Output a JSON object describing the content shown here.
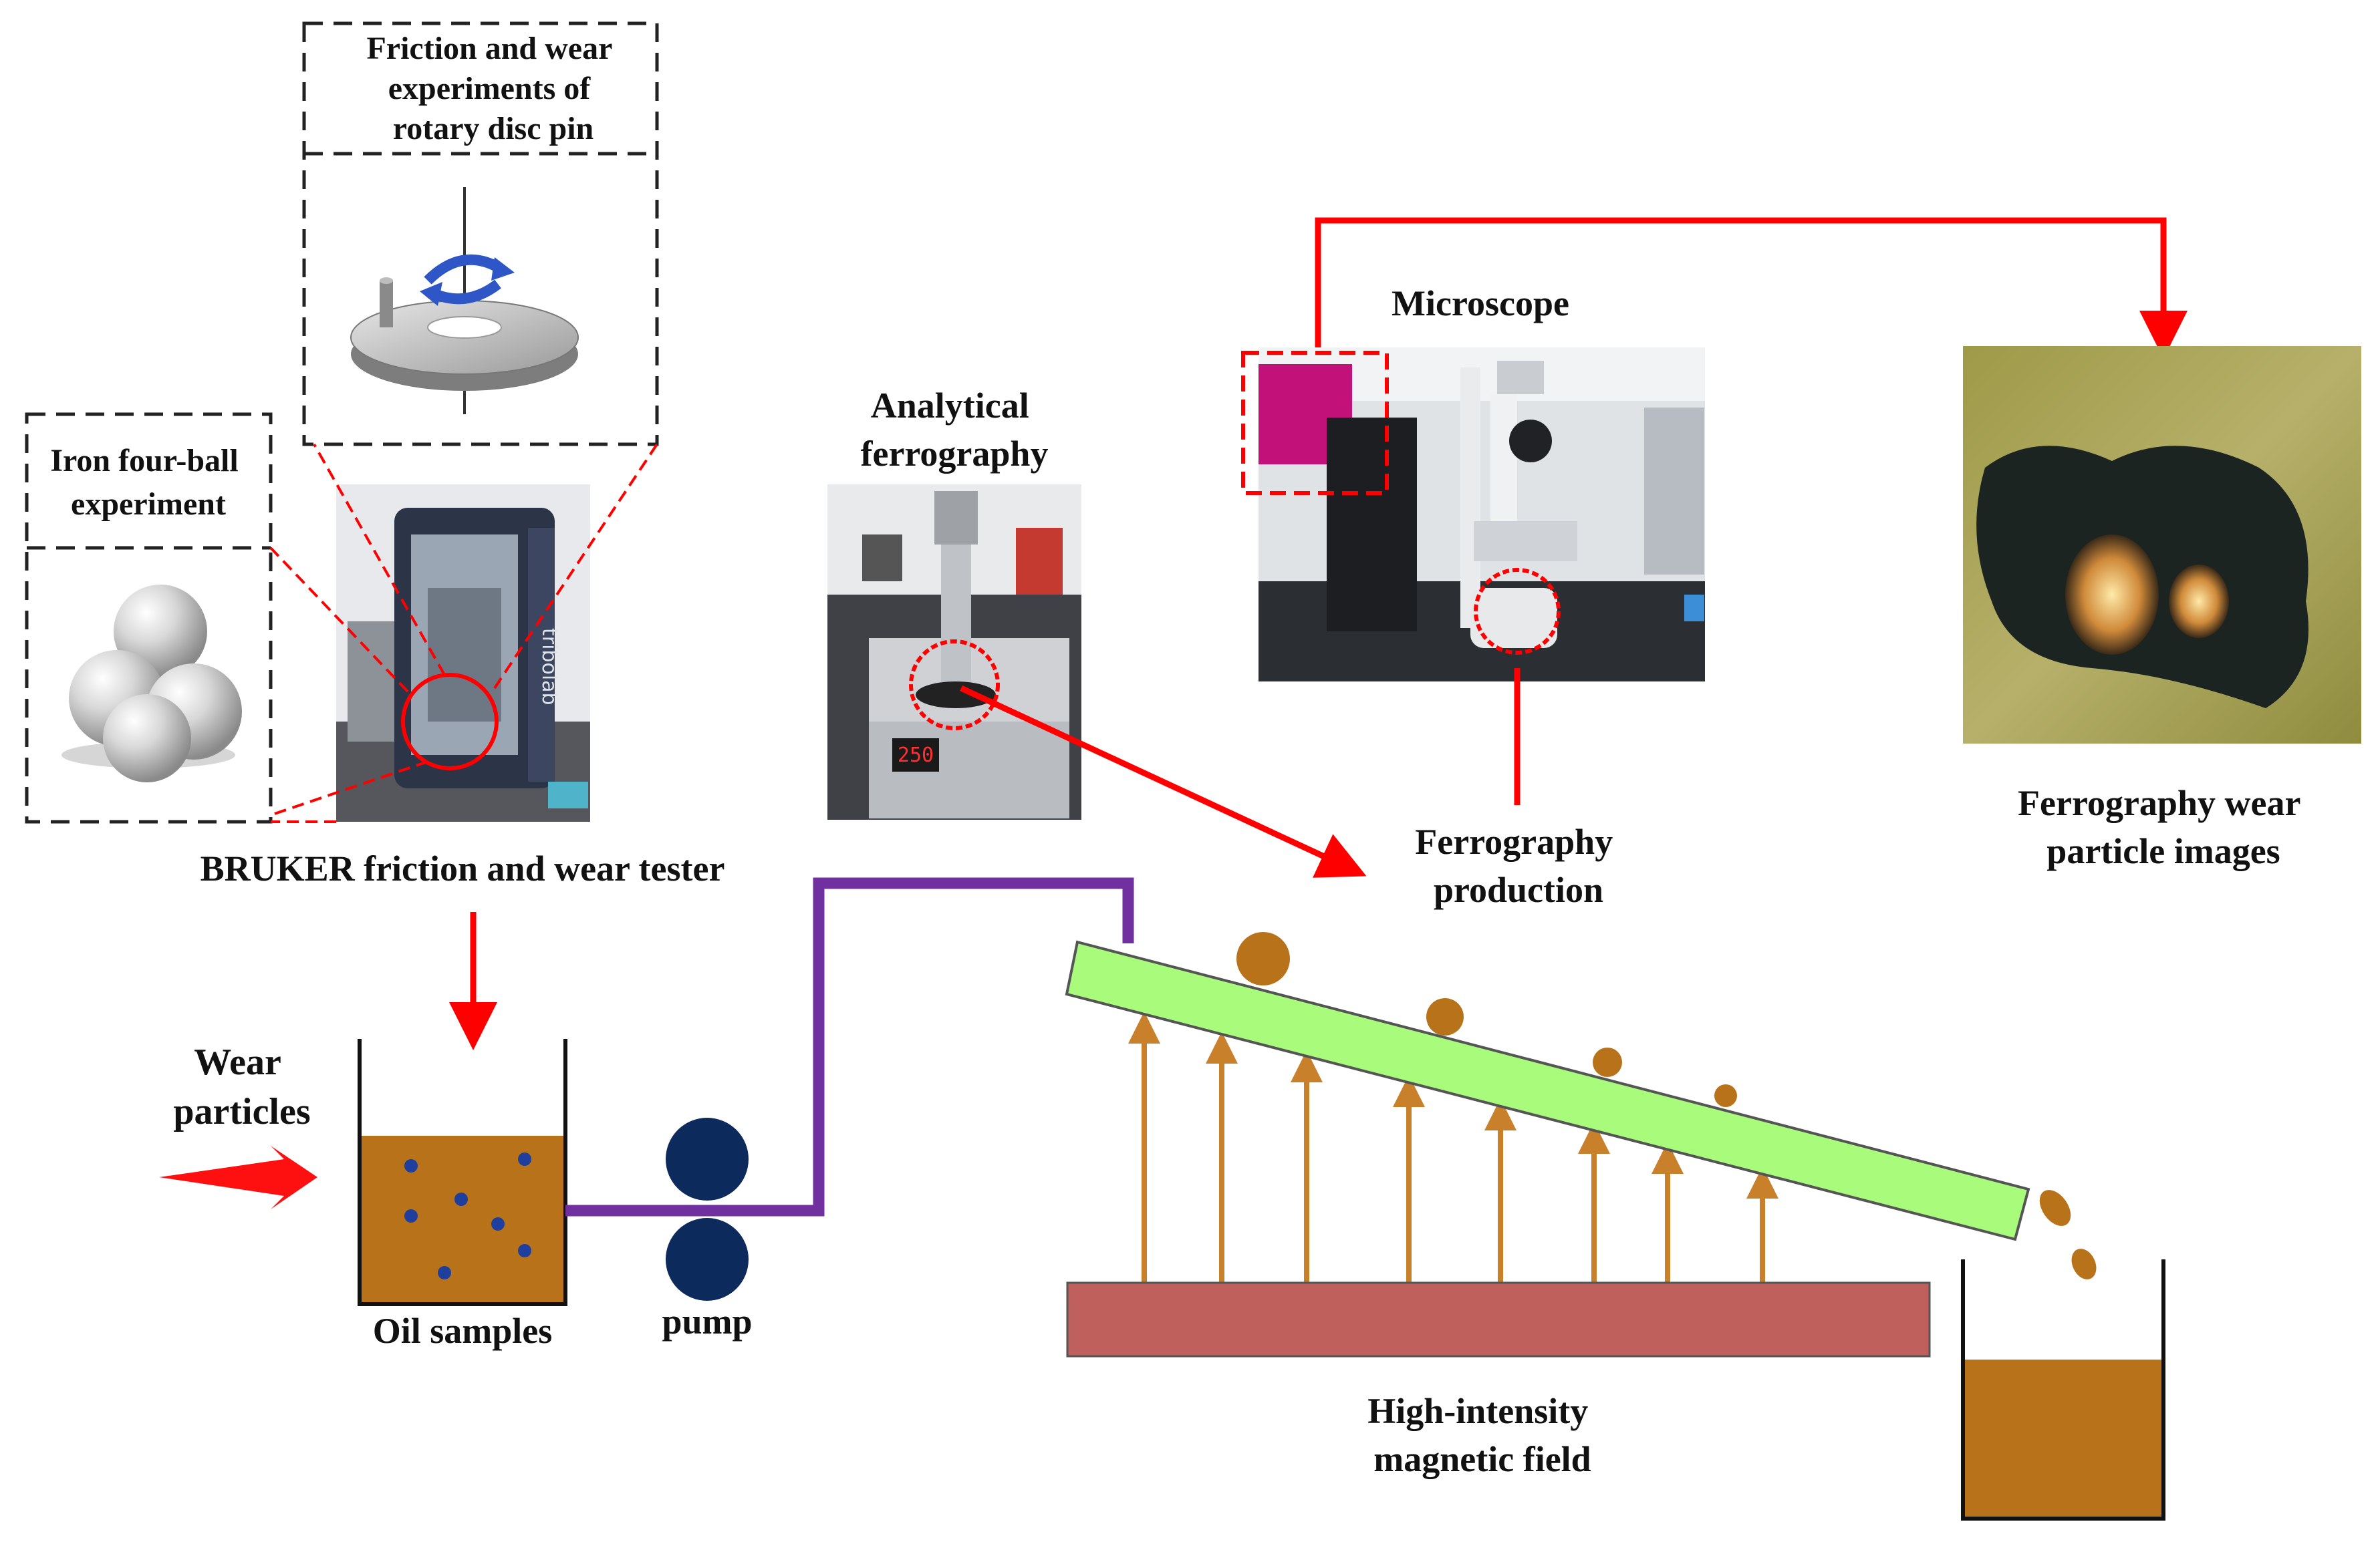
{
  "labels": {
    "rotary_title": [
      "Friction and wear",
      "experiments of",
      "rotary disc pin"
    ],
    "four_ball_title": [
      "Iron four-ball",
      "experiment"
    ],
    "bruker": "BRUKER friction and wear tester",
    "analytical": [
      "Analytical",
      "ferrography"
    ],
    "microscope": "Microscope",
    "ferrography_production": [
      "Ferrography",
      "production"
    ],
    "ferrography_images": [
      "Ferrography wear",
      "particle  images"
    ],
    "wear_particles": [
      "Wear",
      "particles"
    ],
    "oil_samples": "Oil samples",
    "pump": "pump",
    "magnetic_field": [
      "High-intensity",
      "magnetic field"
    ]
  },
  "colors": {
    "red": "#ff0000",
    "oil": "#b8731a",
    "navy": "#0c2a5c",
    "purple": "#7030a0",
    "slide": "#a9fb7c",
    "magnet": "#c0605c",
    "particle": "#b8731a",
    "field_arrow": "#c8802a"
  },
  "icons": {
    "tester": "bruker-tribometer-photo",
    "ferrograph": "analytical-ferrograph-photo",
    "microscope": "microscope-photo",
    "particle_image": "wear-particle-micrograph",
    "rotary": "rotary-disc-pin-icon",
    "balls": "four-ball-icon"
  }
}
